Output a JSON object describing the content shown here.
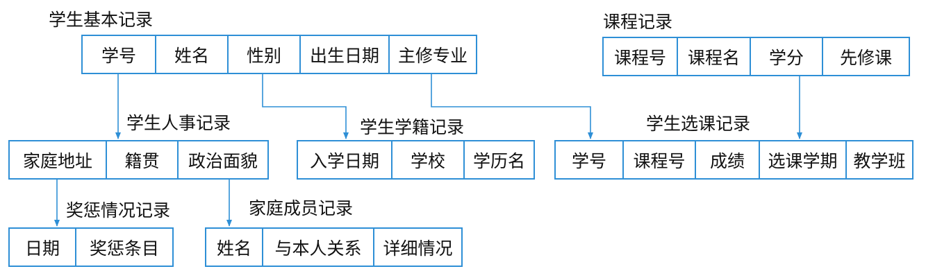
{
  "records": {
    "student_basic": {
      "title": "学生基本记录",
      "fields": [
        "学号",
        "姓名",
        "性别",
        "出生日期",
        "主修专业"
      ]
    },
    "course": {
      "title": "课程记录",
      "fields": [
        "课程号",
        "课程名",
        "学分",
        "先修课"
      ]
    },
    "student_personnel": {
      "title": "学生人事记录",
      "fields": [
        "家庭地址",
        "籍贯",
        "政治面貌"
      ]
    },
    "student_status": {
      "title": "学生学籍记录",
      "fields": [
        "入学日期",
        "学校",
        "学历名"
      ]
    },
    "course_selection": {
      "title": "学生选课记录",
      "fields": [
        "学号",
        "课程号",
        "成绩",
        "选课学期",
        "教学班"
      ]
    },
    "rewards_punishments": {
      "title": "奖惩情况记录",
      "fields": [
        "日期",
        "奖惩条目"
      ]
    },
    "family_members": {
      "title": "家庭成员记录",
      "fields": [
        "姓名",
        "与本人关系",
        "详细情况"
      ]
    }
  },
  "colors": {
    "border": "#2e8fd6",
    "arrow": "#2e8fd6",
    "text": "#111111"
  }
}
